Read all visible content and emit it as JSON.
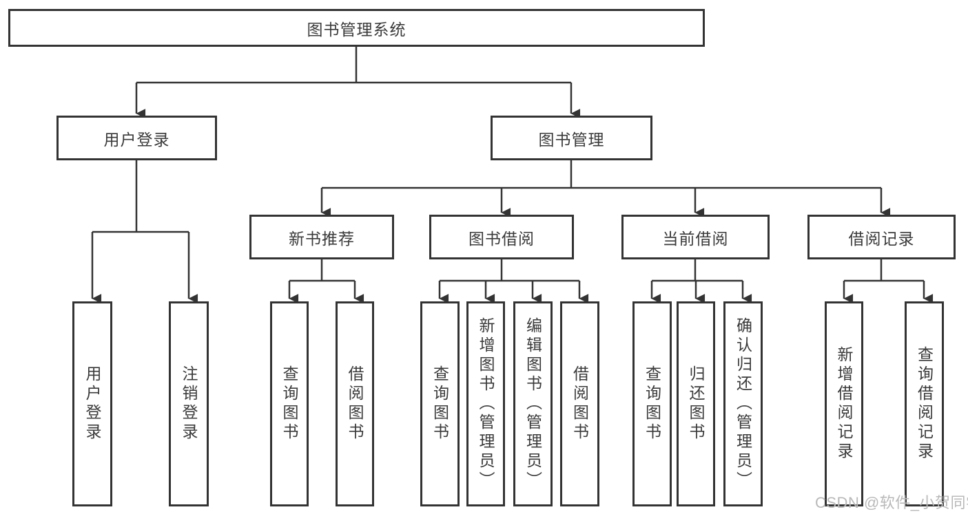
{
  "diagram": {
    "root": {
      "label": "图书管理系统"
    },
    "branches": [
      {
        "label": "用户登录",
        "children": [
          {
            "label": "用户登录"
          },
          {
            "label": "注销登录"
          }
        ]
      },
      {
        "label": "图书管理",
        "children": [
          {
            "label": "新书推荐",
            "children": [
              {
                "label": "查询图书"
              },
              {
                "label": "借阅图书"
              }
            ]
          },
          {
            "label": "图书借阅",
            "children": [
              {
                "label": "查询图书"
              },
              {
                "label": "新增图书（管理员）"
              },
              {
                "label": "编辑图书（管理员）"
              },
              {
                "label": "借阅图书"
              }
            ]
          },
          {
            "label": "当前借阅",
            "children": [
              {
                "label": "查询图书"
              },
              {
                "label": "归还图书"
              },
              {
                "label": "确认归还（管理员）"
              }
            ]
          },
          {
            "label": "借阅记录",
            "children": [
              {
                "label": "新增借阅记录"
              },
              {
                "label": "查询借阅记录"
              }
            ]
          }
        ]
      }
    ],
    "colors": {
      "line": "#333333",
      "text": "#3a3a3a",
      "watermark": "#b9b9b9",
      "background": "#ffffff"
    }
  },
  "watermark": {
    "text": "CSDN @软件_小贺同学"
  }
}
